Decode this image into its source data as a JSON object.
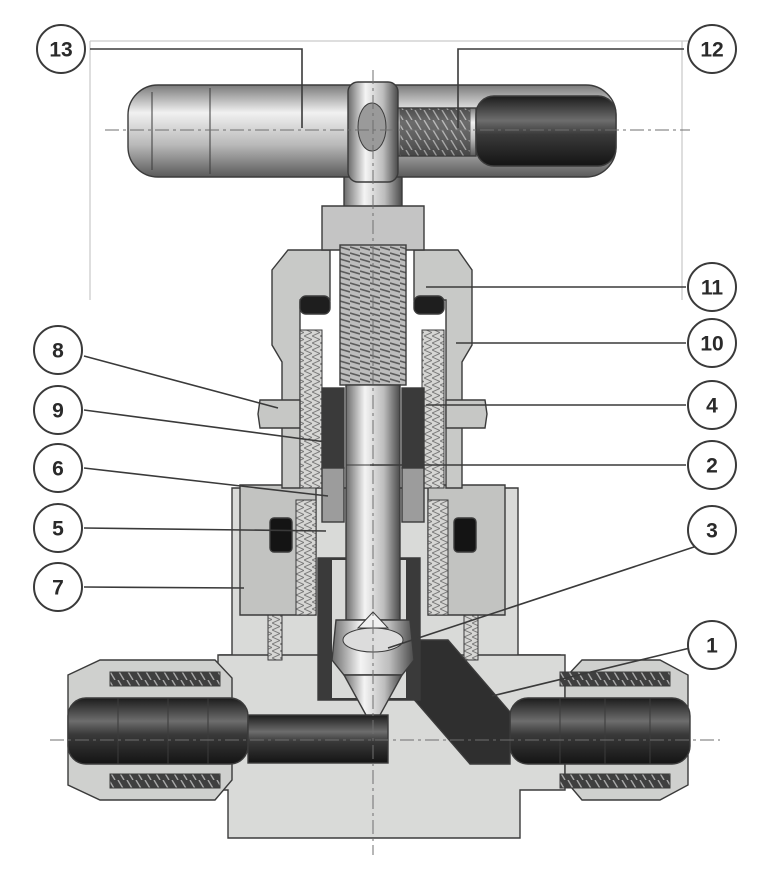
{
  "callouts": [
    {
      "id": "c1",
      "label": "1"
    },
    {
      "id": "c2",
      "label": "2"
    },
    {
      "id": "c3",
      "label": "3"
    },
    {
      "id": "c4",
      "label": "4"
    },
    {
      "id": "c5",
      "label": "5"
    },
    {
      "id": "c6",
      "label": "6"
    },
    {
      "id": "c7",
      "label": "7"
    },
    {
      "id": "c8",
      "label": "8"
    },
    {
      "id": "c9",
      "label": "9"
    },
    {
      "id": "c10",
      "label": "10"
    },
    {
      "id": "c11",
      "label": "11"
    },
    {
      "id": "c12",
      "label": "12"
    },
    {
      "id": "c13",
      "label": "13"
    }
  ],
  "colors": {
    "body": "#d9dad8",
    "bonnet": "#bfc0be",
    "stem_light": "#e8e8e8",
    "stem_dark": "#555555",
    "bore": "#2e2e2e",
    "outline": "#3b3b3b"
  }
}
